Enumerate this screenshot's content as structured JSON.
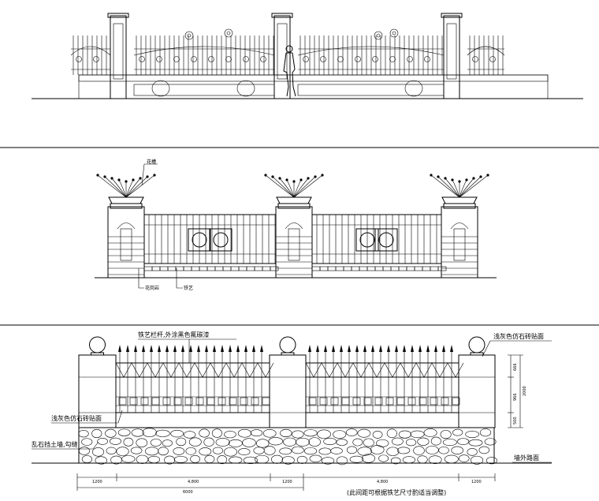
{
  "elevation_2": {
    "label_flower_box": "花槽",
    "label_stone": "花岗岩",
    "label_iron": "铁艺"
  },
  "elevation_3": {
    "label_railing": "铁艺栏杆,外涂黑色氟碳漆",
    "label_tile_right": "浅灰色仿石砖贴面",
    "label_tile_left": "浅灰色仿石砖贴面",
    "label_rubble": "乱石挡土墙,勾缝",
    "label_outside": "墙外路面",
    "note": "(此间距可根据铁艺尺寸酌适当调整)",
    "dims_bottom": [
      "1200",
      "4,800",
      "1200",
      "4,800",
      "1200"
    ],
    "dim_total": "6000",
    "dims_right": [
      "666",
      "966",
      "500"
    ],
    "dim_right_total": "2000"
  }
}
